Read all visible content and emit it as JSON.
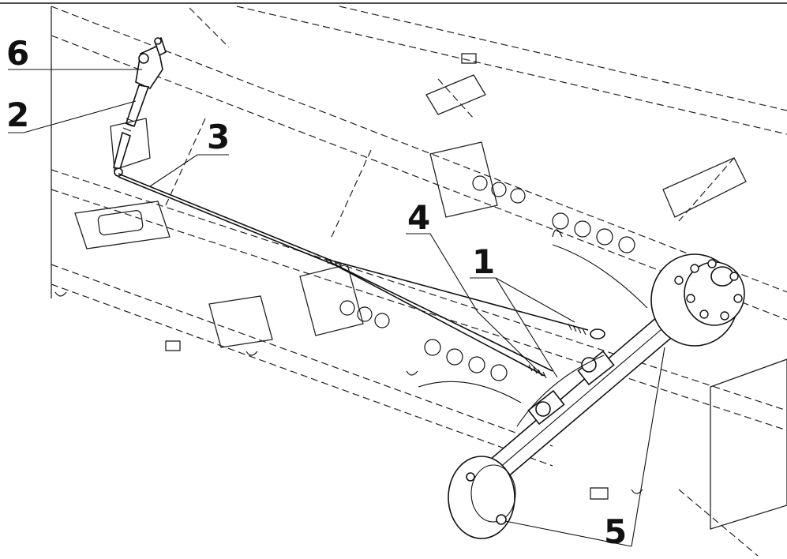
{
  "diagram": {
    "callouts": [
      {
        "id": "callout-6",
        "text": "6"
      },
      {
        "id": "callout-2",
        "text": "2"
      },
      {
        "id": "callout-3",
        "text": "3"
      },
      {
        "id": "callout-4",
        "text": "4"
      },
      {
        "id": "callout-1",
        "text": "1"
      },
      {
        "id": "callout-5",
        "text": "5"
      }
    ]
  }
}
